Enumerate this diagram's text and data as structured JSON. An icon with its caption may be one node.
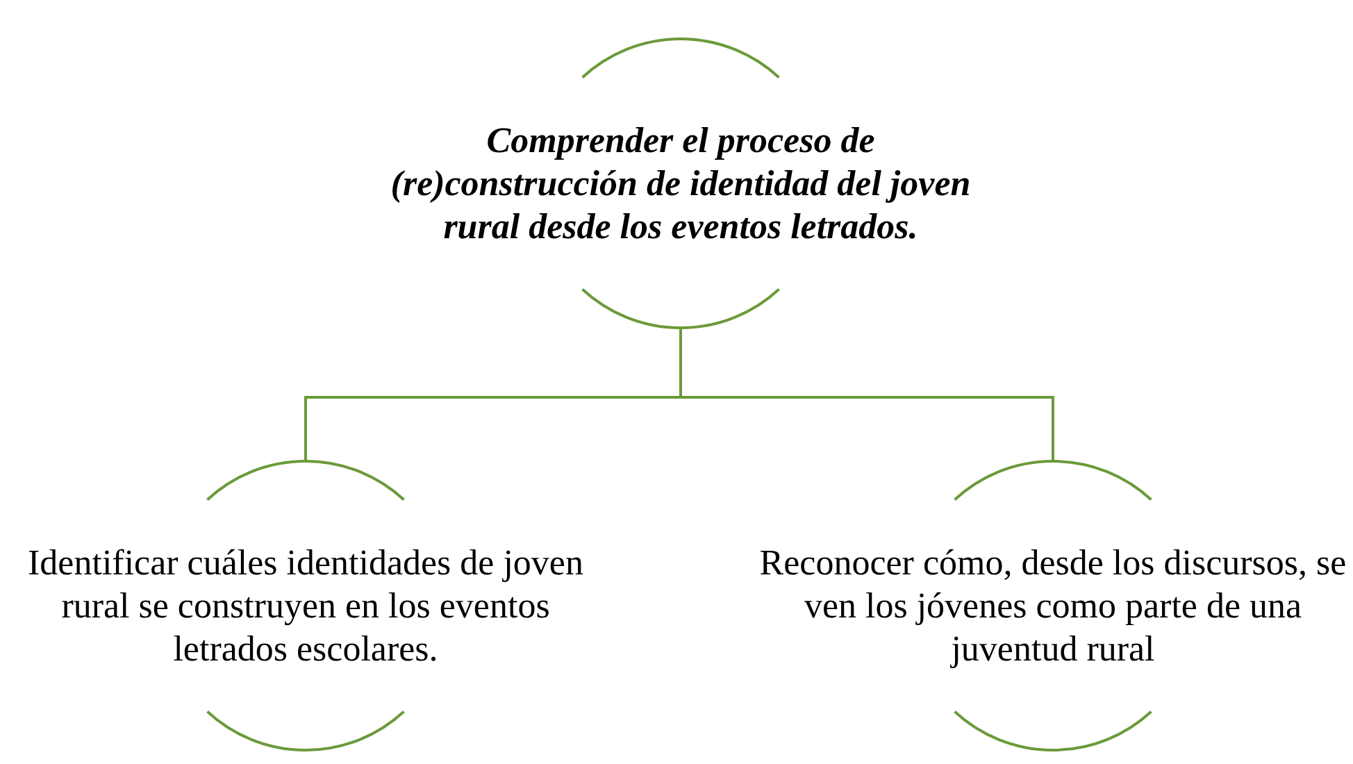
{
  "diagram": {
    "nodes": [
      {
        "text": [
          "Comprender el proceso de (re)construcción de identidad del joven rural desde los eventos letrados."
        ]
      },
      {
        "text": [
          "Identificar cuáles identidades de joven rural se construyen en los eventos letrados escolares."
        ]
      },
      {
        "text": [
          "Reconocer cómo, desde los discursos, se ven los jóvenes como parte de una juventud rural"
        ]
      }
    ],
    "edges": [
      {
        "from": 0,
        "to": 1,
        "arrow": "none"
      },
      {
        "from": 0,
        "to": 2,
        "arrow": "none"
      }
    ]
  }
}
